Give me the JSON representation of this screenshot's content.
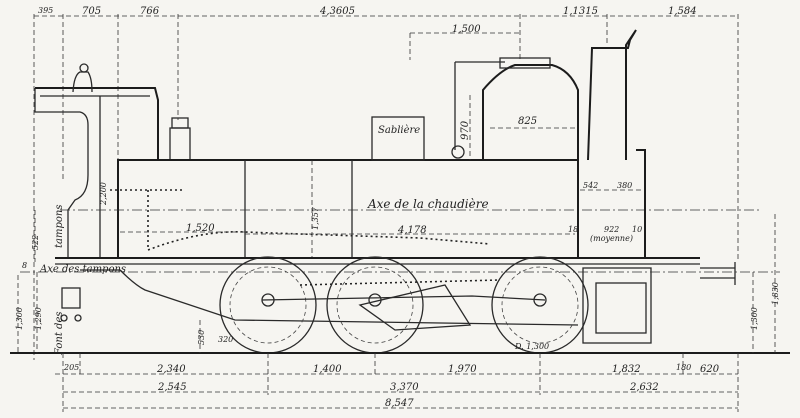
{
  "top_dims": {
    "d395": "395",
    "d705": "705",
    "d766": "766",
    "d43605": "4,3605",
    "d11315": "1,1315",
    "d1584": "1,584",
    "d1500": "1,500"
  },
  "boiler": {
    "dome_w": "825",
    "dome_h": "970",
    "sandbox": "Sablière",
    "axis": "Axe de la chaudière",
    "d2200": "2,200",
    "d1357": "1,357",
    "d1520": "1,520",
    "d4178": "4,178",
    "d542": "542",
    "d380": "380",
    "d18": "18",
    "d922": "922",
    "moyenne": "(moyenne)",
    "d10": "10"
  },
  "left": {
    "d522": "522",
    "tampons": "tampons",
    "d8": "8",
    "axe_tampons": "Axe des tampons",
    "font_des": "Font des",
    "d1300": "1,300",
    "d1290": "1,290",
    "d530": "530",
    "d320": "320"
  },
  "right": {
    "d1300": "1,300",
    "d1830": "1,830"
  },
  "bottom": {
    "d205": "205",
    "d2340": "2,340",
    "d1400": "1,400",
    "d1970": "1,970",
    "d1832": "1,832",
    "d180": "180",
    "d620": "620",
    "d2545": "2,545",
    "d3370": "3,370",
    "d2632": "2,632",
    "d8547": "8,547",
    "wheel_d": "D. 1,300"
  }
}
